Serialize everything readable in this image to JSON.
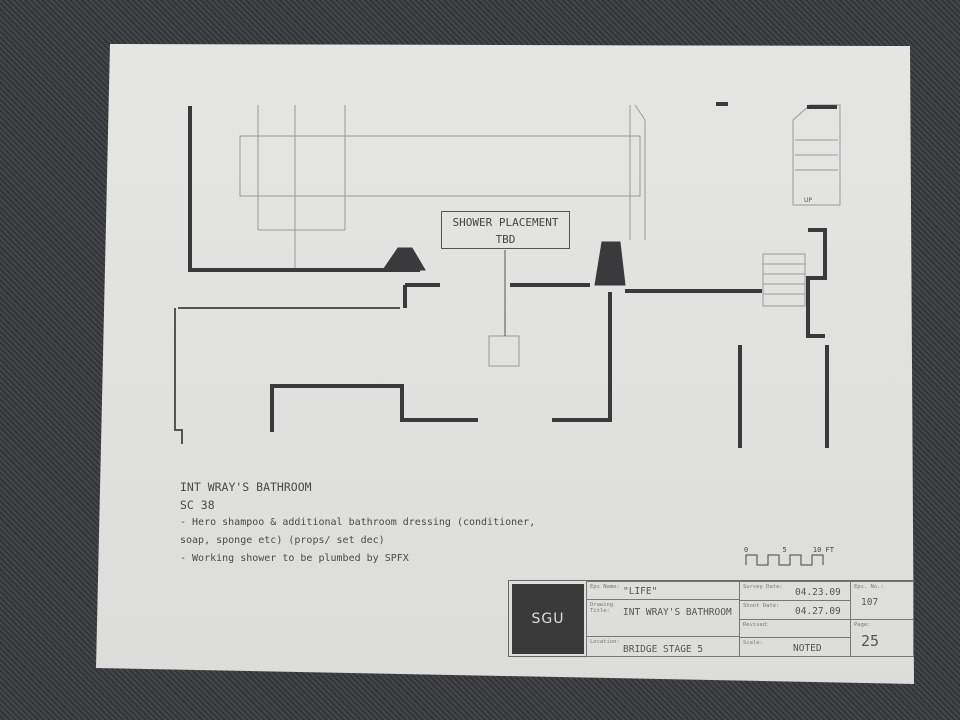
{
  "callout": {
    "line1": "SHOWER PLACEMENT",
    "line2": "TBD"
  },
  "plan_labels": {
    "stairs": "UP"
  },
  "notes": {
    "title": "INT WRAY'S BATHROOM",
    "scene": "SC 38",
    "line1": "- Hero shampoo & additional bathroom dressing (conditioner,",
    "line2": "soap, sponge etc) (props/ set dec)",
    "line3": "- Working shower to be plumbed by SPFX"
  },
  "scale_bar": {
    "start": "0",
    "mid": "5",
    "end": "10 FT"
  },
  "title_block": {
    "logo": "SGU",
    "eps_name_label": "Eps Name:",
    "eps_name": "\"LIFE\"",
    "drawing_title_label": "Drawing Title:",
    "drawing_title": "INT WRAY'S BATHROOM",
    "location_label": "Location:",
    "location": "BRIDGE STAGE 5",
    "survey_date_label": "Survey Date:",
    "survey_date": "04.23.09",
    "shoot_date_label": "Shoot Date:",
    "shoot_date": "04.27.09",
    "revised_label": "Revised:",
    "scale_label": "Scale:",
    "scale": "NOTED",
    "eps_no_label": "Eps. No.:",
    "eps_no": "107",
    "page_label": "Page:",
    "page": "25"
  }
}
